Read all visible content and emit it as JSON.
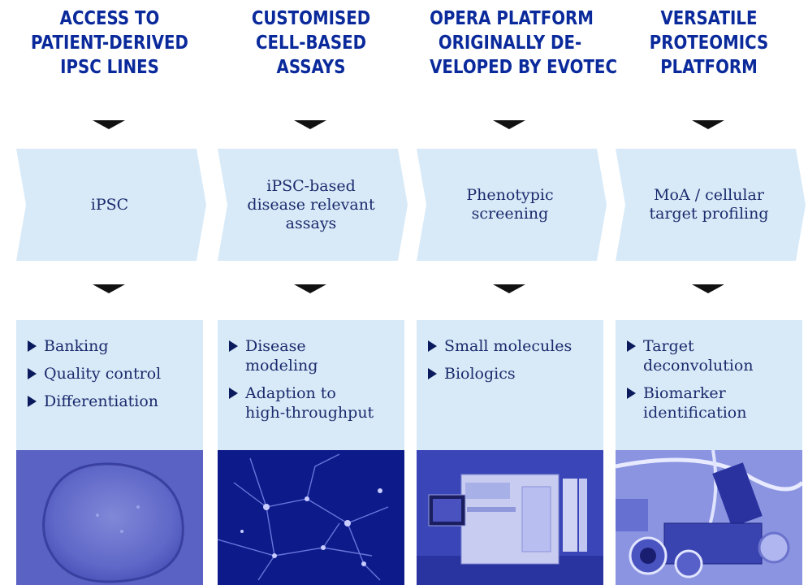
{
  "colors": {
    "heading": "#0a2a9c",
    "box_fill": "#d8eaf8",
    "text": "#1a2a6c",
    "arrow": "#111111",
    "photo_tint": "#3340b8"
  },
  "columns": [
    {
      "heading_lines": [
        "ACCESS TO",
        "PATIENT-DERIVED",
        "IPSC LINES"
      ],
      "chevron_lines": [
        "iPSC"
      ],
      "bullets": [
        "Banking",
        "Quality control",
        "Differentiation"
      ],
      "photo": "ipsc-colony-image"
    },
    {
      "heading_lines": [
        "CUSTOMISED",
        "CELL-BASED",
        "ASSAYS"
      ],
      "chevron_lines": [
        "iPSC-based",
        "disease relevant",
        "assays"
      ],
      "bullets": [
        "Disease\nmodeling",
        "Adaption to\nhigh-throughput"
      ],
      "photo": "neurons-image"
    },
    {
      "heading_lines": [
        "OPERA PLATFORM",
        "ORIGINALLY DE-",
        "VELOPED BY EVOTEC"
      ],
      "chevron_lines": [
        "Phenotypic",
        "screening"
      ],
      "bullets": [
        "Small molecules",
        "Biologics"
      ],
      "photo": "screening-instrument-image"
    },
    {
      "heading_lines": [
        "VERSATILE",
        "PROTEOMICS",
        "PLATFORM"
      ],
      "chevron_lines": [
        "MoA / cellular",
        "target profiling"
      ],
      "bullets": [
        "Target\ndeconvolution",
        "Biomarker\nidentification"
      ],
      "photo": "proteomics-lab-image"
    }
  ]
}
